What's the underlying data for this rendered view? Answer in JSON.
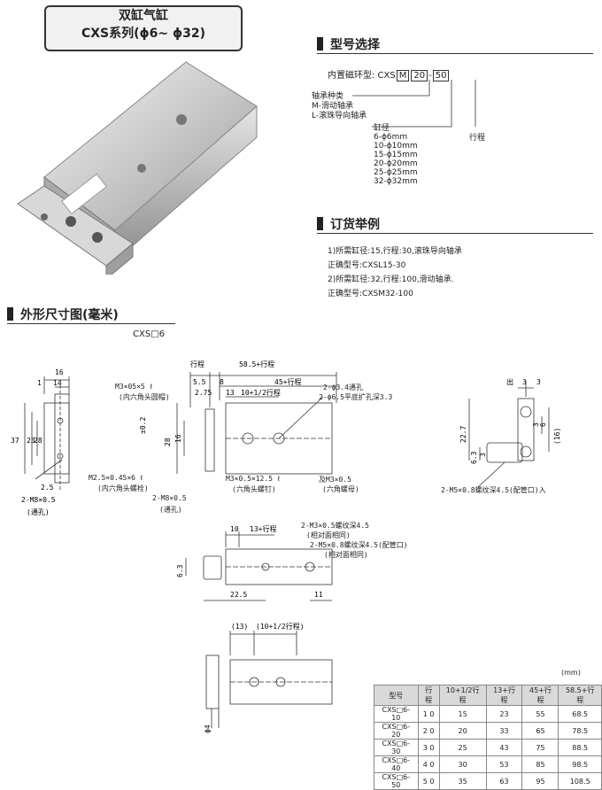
{
  "title": {
    "line1": "双缸气缸",
    "line2": "CXS系列(ϕ6~ ϕ32)"
  },
  "model_select": {
    "heading": "型号选择",
    "prefix": "内置磁环型: CXS",
    "box_m": "M",
    "box_bore": "20",
    "dash": "-",
    "box_stroke": "50",
    "bearing_title": "轴承种类",
    "bearing_m": "M-滑动轴承",
    "bearing_l": "L-滚珠导向轴承",
    "bore_title": "缸径",
    "bores": [
      "6-ϕ6mm",
      "10-ϕ10mm",
      "15-ϕ15mm",
      "20-ϕ20mm",
      "25-ϕ25mm",
      "32-ϕ32mm"
    ],
    "stroke_label": "行程"
  },
  "order_example": {
    "heading": "订货举例",
    "lines": [
      "1)所需缸径:15,行程:30,滚珠导向轴承",
      "正确型号:CXSL15-30",
      "2)所需缸径:32,行程:100,滑动轴承.",
      "正确型号:CXSM32-100"
    ]
  },
  "dimensions": {
    "heading": "外形尺寸图(毫米)",
    "model": "CXS□6",
    "labels": {
      "d16": "16",
      "d14": "14",
      "d1": "1",
      "d37": "37",
      "d23": "23",
      "d28": "28",
      "d2_5": "2.5",
      "stroke": "行程",
      "d58": "58.5+行程",
      "d5_5": "5.5",
      "d8": "8",
      "d45": "45+行程",
      "d2_75": "2.75",
      "d13": "13",
      "d10": "10+1/2行程",
      "pm02": "±0.2",
      "d28b": "28",
      "d16b": "16",
      "m3x05x5": "M3×05×5  ℓ",
      "hex_socket": "(内六角头圆帽)",
      "hole_34": "2-ϕ3.4通孔",
      "counterbore": "2-ϕ6.5平底扩孔深3.3",
      "m25": "M2.5×0.45×6  ℓ",
      "hex_head": "(内六角头螺栓)",
      "m8x05": "2-M8×0.5",
      "through": "(通孔)",
      "m8x05b": "2-M8×0.5",
      "through2": "(通孔)",
      "m3x05x125": "M3×0.5×12.5  ℓ",
      "hex_bolt": "(六角头螺钉)",
      "m3nut": "及M3×0.5",
      "hex_nut": "(六角螺母)",
      "out": "出",
      "d3a": "3",
      "d3b": "3",
      "d22_7": "22.7",
      "d6": "6",
      "d3c": "3",
      "d16c": "(16)",
      "d6_3": "6.3",
      "d3d": "3",
      "m5port": "2-M5×0.8螺纹深4.5(配管口)入",
      "d10b": "10",
      "d13stroke": "13+行程",
      "m3depth": "2-M3×0.5螺纹深4.5",
      "opposite": "(相对面相同)",
      "m5depth": "2-M5×0.8螺纹深4.5(配管口)",
      "opposite2": "(相对面相同)",
      "d6_3b": "6.3",
      "d22_5": "22.5",
      "d11": "11",
      "d13p": "(13)",
      "d10half": "(10+1/2行程)",
      "phi4": "ϕ4"
    }
  },
  "table": {
    "unit": "(mm)",
    "headers": [
      "型号",
      "行程",
      "10+1/2行程",
      "13+行程",
      "45+行程",
      "58.5+行程"
    ],
    "rows": [
      [
        "CXS□6-10",
        "1 0",
        "15",
        "23",
        "55",
        "68.5"
      ],
      [
        "CXS□6-20",
        "2 0",
        "20",
        "33",
        "65",
        "78.5"
      ],
      [
        "CXS□6-30",
        "3 0",
        "25",
        "43",
        "75",
        "88.5"
      ],
      [
        "CXS□6-40",
        "4 0",
        "30",
        "53",
        "85",
        "98.5"
      ],
      [
        "CXS□6-50",
        "5 0",
        "35",
        "63",
        "95",
        "108.5"
      ]
    ]
  }
}
